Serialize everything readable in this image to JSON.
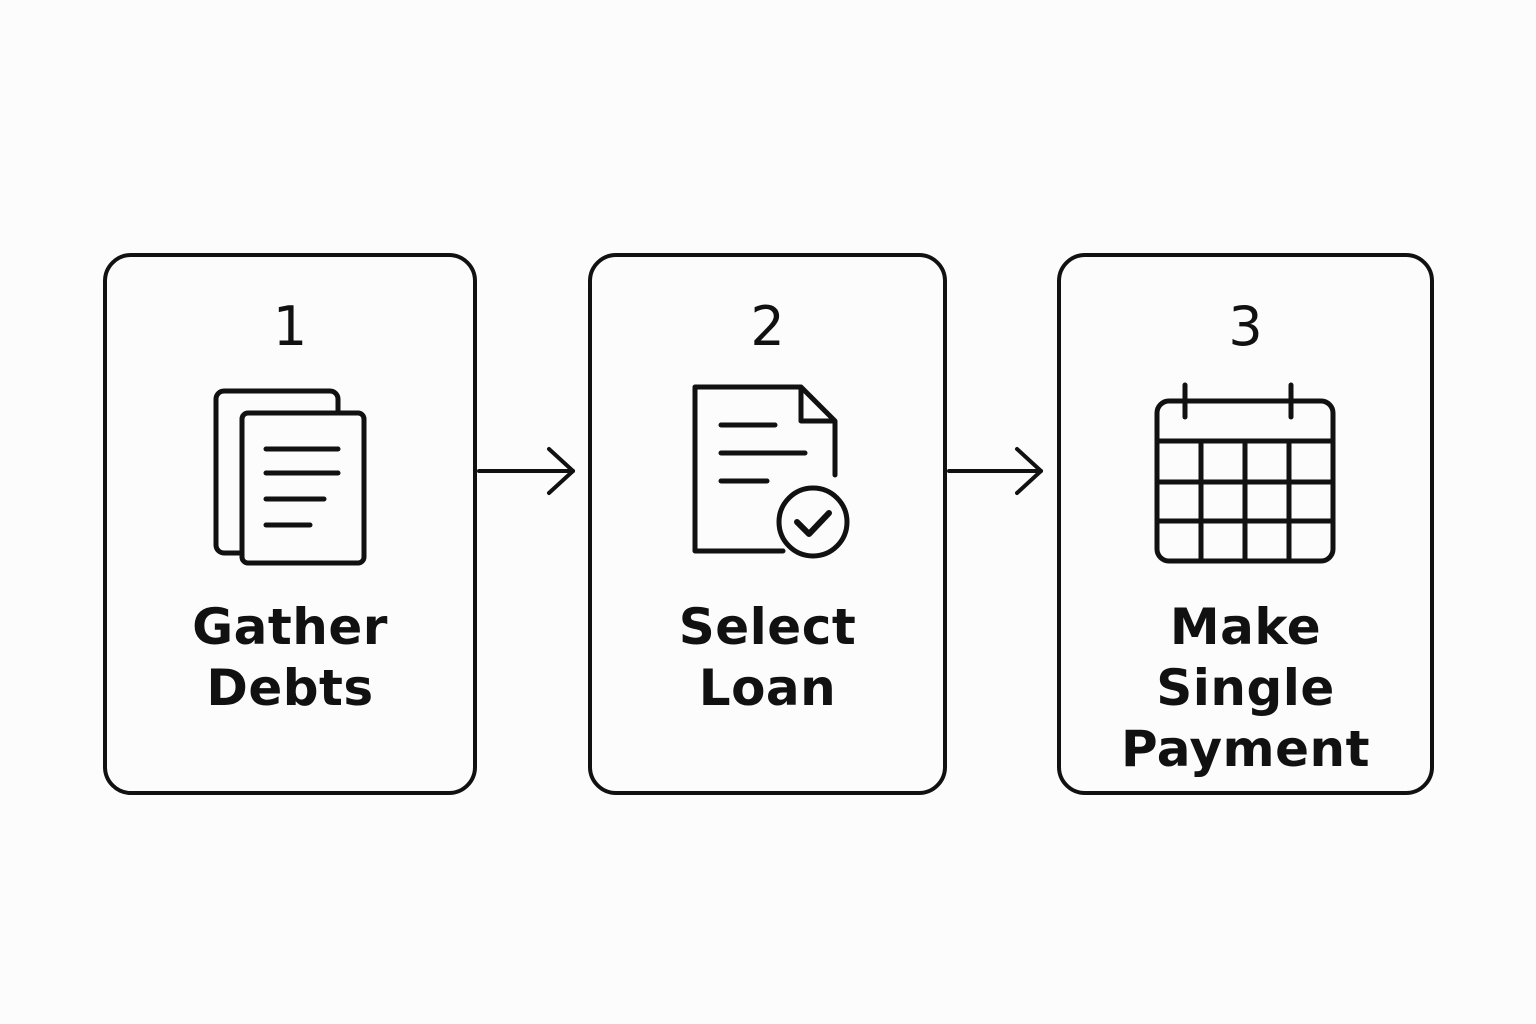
{
  "steps": [
    {
      "number": "1",
      "icon": "documents-stack-icon",
      "label_lines": [
        "Gather",
        "Debts"
      ]
    },
    {
      "number": "2",
      "icon": "document-check-icon",
      "label_lines": [
        "Select",
        "Loan"
      ]
    },
    {
      "number": "3",
      "icon": "calendar-icon",
      "label_lines": [
        "Make",
        "Single",
        "Payment"
      ]
    }
  ],
  "colors": {
    "stroke": "#111111",
    "background": "#fcfcfc"
  }
}
